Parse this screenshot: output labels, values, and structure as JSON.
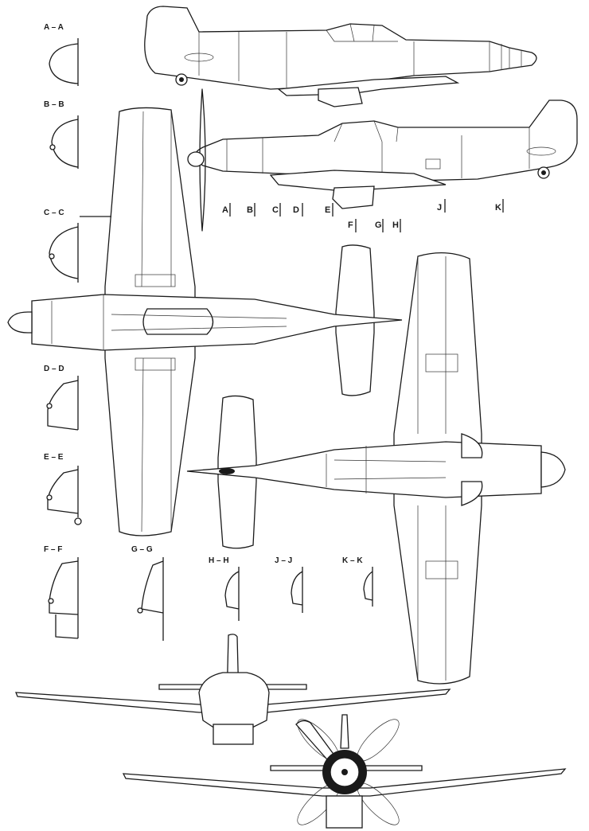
{
  "sections": [
    "A – A",
    "B – B",
    "C – C",
    "D – D",
    "E – E",
    "F – F",
    "G – G",
    "H – H",
    "J – J",
    "K – K"
  ],
  "stations_row1": [
    "A",
    "B",
    "C",
    "D",
    "E",
    "J",
    "K"
  ],
  "stations_row2": [
    "F",
    "G",
    "H"
  ]
}
